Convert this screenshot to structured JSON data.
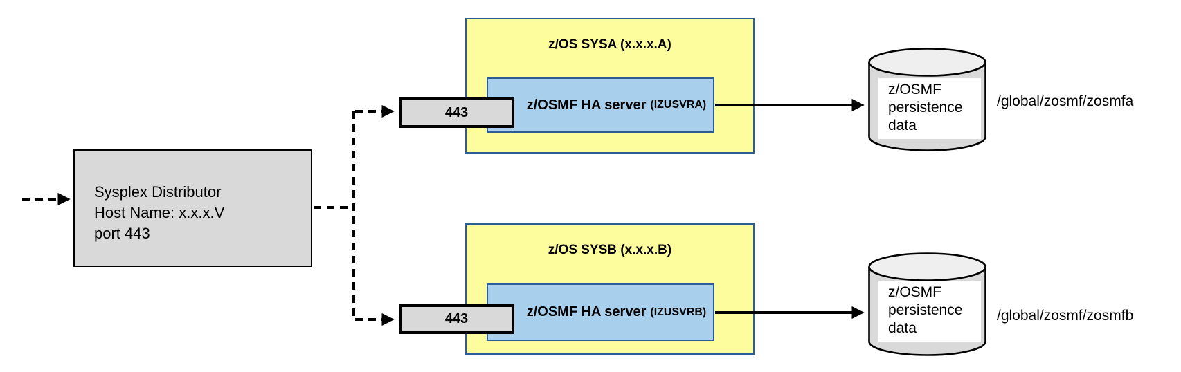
{
  "colors": {
    "system_fill": "#fdfd9e",
    "system_border": "#2e5c94",
    "server_fill": "#a8cfeb",
    "gray_fill": "#d9d9d9",
    "line_color": "#000000",
    "background": "#ffffff"
  },
  "distributor": {
    "lines": [
      "Sysplex Distributor",
      "Host Name: x.x.x.V",
      "port 443"
    ]
  },
  "systems": [
    {
      "title": "z/OS SYSA (x.x.x.A)",
      "port_label": "443",
      "server_name": "z/OSMF HA server",
      "server_instance": "(IZUSVRA)",
      "datastore_lines": [
        "z/OSMF",
        "persistence",
        "data"
      ],
      "path_label": "/global/zosmf/zosmfa"
    },
    {
      "title": "z/OS SYSB (x.x.x.B)",
      "port_label": "443",
      "server_name": "z/OSMF HA server",
      "server_instance": "(IZUSVRB)",
      "datastore_lines": [
        "z/OSMF",
        "persistence",
        "data"
      ],
      "path_label": "/global/zosmf/zosmfb"
    }
  ]
}
